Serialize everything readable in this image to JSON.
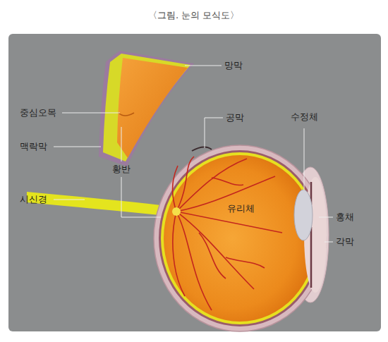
{
  "diagram": {
    "title": "〈그림. 눈의 모식도〉",
    "labels": [
      "망막",
      "중심오목",
      "맥락막",
      "공막",
      "수정체",
      "황반",
      "시신경",
      "유리체",
      "홍채",
      "각막"
    ]
  }
}
